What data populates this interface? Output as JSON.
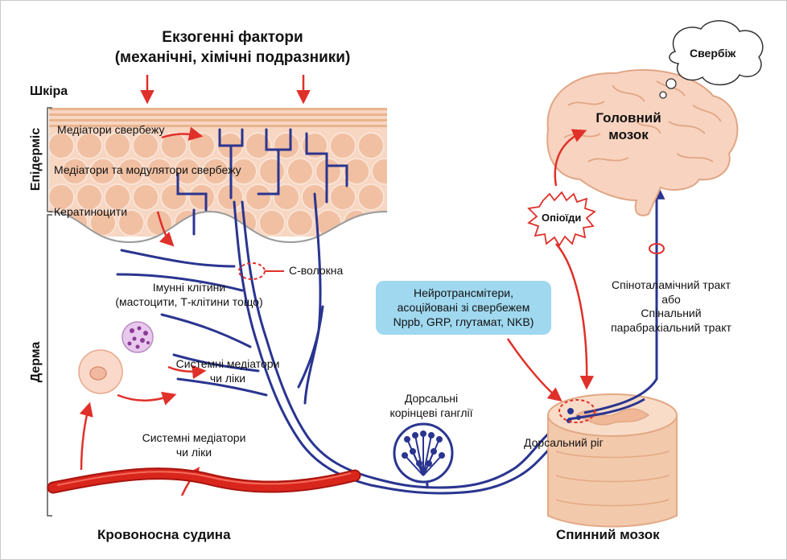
{
  "title_line1": "Екзогенні фактори",
  "title_line2": "(механічні, хімічні подразники)",
  "skin": "Шкіра",
  "epidermis": "Епідерміс",
  "dermis": "Дерма",
  "itch_mediators": "Медіатори свербежу",
  "itch_mediators_modulators": "Медіатори та модулятори свербежу",
  "keratinocytes": "Кератиноцити",
  "c_fibers": "С-волокна",
  "immune_cells_line1": "Імунні клітини",
  "immune_cells_line2": "(мастоцити, Т-клітини тощо)",
  "systemic_upper_line1": "Системні медіатори",
  "systemic_upper_line2": "чи ліки",
  "systemic_lower_line1": "Системні медіатори",
  "systemic_lower_line2": "чи ліки",
  "blood_vessel": "Кровоносна судина",
  "drg_line1": "Дорсальні",
  "drg_line2": "корінцеві ганглії",
  "neurotransmitters_line1": "Нейротрансмітери,",
  "neurotransmitters_line2": "асоційовані зі свербежем",
  "neurotransmitters_line3": "Nppb, GRP, глутамат, NKB)",
  "dorsal_horn": "Дорсальний ріг",
  "spinal_cord": "Спинний мозок",
  "opioids": "Опіоїди",
  "brain_line1": "Головний",
  "brain_line2": "мозок",
  "itch": "Свербіж",
  "tract_line1": "Спіноталамічний тракт",
  "tract_line2": "або",
  "tract_line3": "Спінальний",
  "tract_line4": "парабрахіальний тракт",
  "colors": {
    "arrow_red": "#e0302a",
    "nerve_blue": "#2a3590",
    "skin_peach": "#f7d6c2",
    "skin_band": "#f2c7a5",
    "cell_pink": "#f6c9b3",
    "blood_vessel": "#d9261c",
    "label_box_blue": "#9fd8ef",
    "brain_fill": "#f8d3c0"
  }
}
